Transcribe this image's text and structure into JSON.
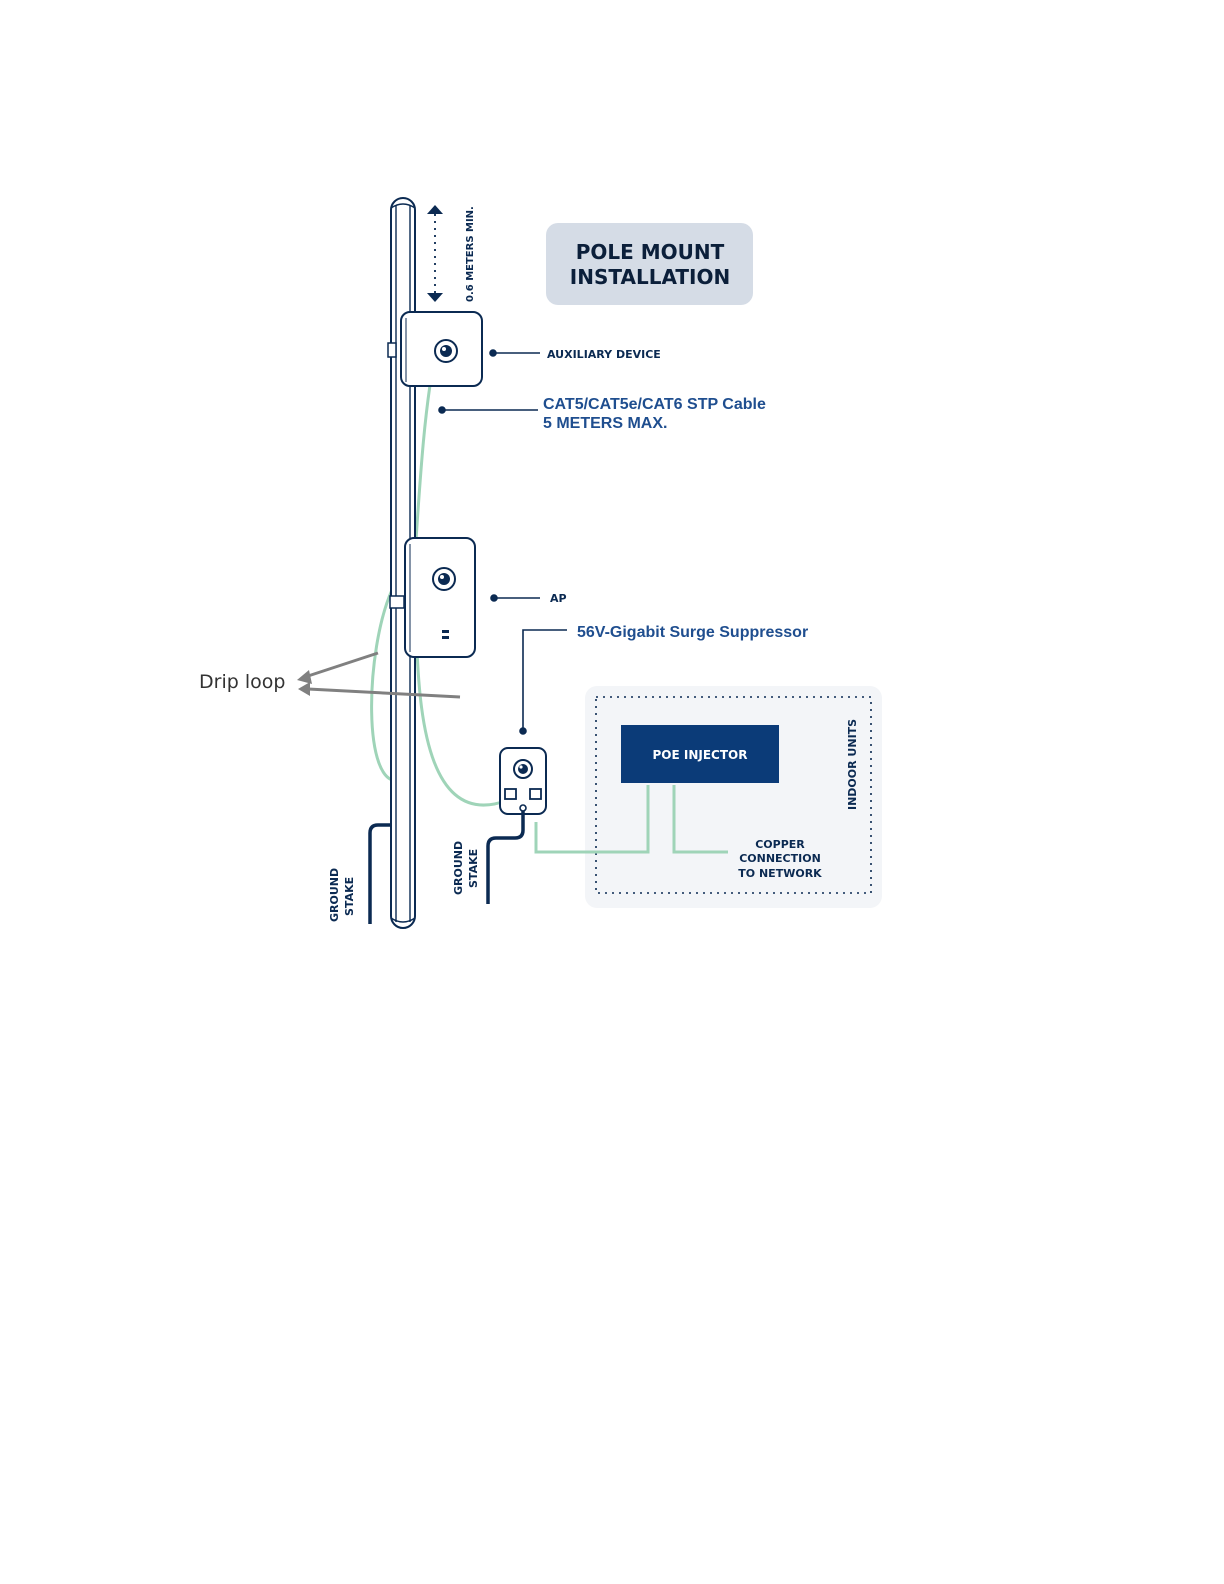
{
  "title": {
    "line1": "POLE MOUNT",
    "line2": "INSTALLATION"
  },
  "labels": {
    "min_height": "0.6 METERS MIN.",
    "auxiliary_device": "AUXILIARY DEVICE",
    "cable_line1": "CAT5/CAT5e/CAT6 STP Cable",
    "cable_line2": "5 METERS MAX.",
    "ap": "AP",
    "surge_suppressor": "56V-Gigabit Surge Suppressor",
    "drip_loop": "Drip loop",
    "poe_injector": "POE INJECTOR",
    "indoor_units": "INDOOR UNITS",
    "copper_line1": "COPPER",
    "copper_line2": "CONNECTION",
    "copper_line3": "TO NETWORK",
    "ground_stake_left_line1": "GROUND",
    "ground_stake_left_line2": "STAKE",
    "ground_stake_right_line1": "GROUND",
    "ground_stake_right_line2": "STAKE"
  },
  "colors": {
    "navy": "#0b2a52",
    "cable_green": "#9fd4b8",
    "title_box": "#d5dce6",
    "indoor_box": "#f3f5f8",
    "arrow_gray": "#808080"
  }
}
